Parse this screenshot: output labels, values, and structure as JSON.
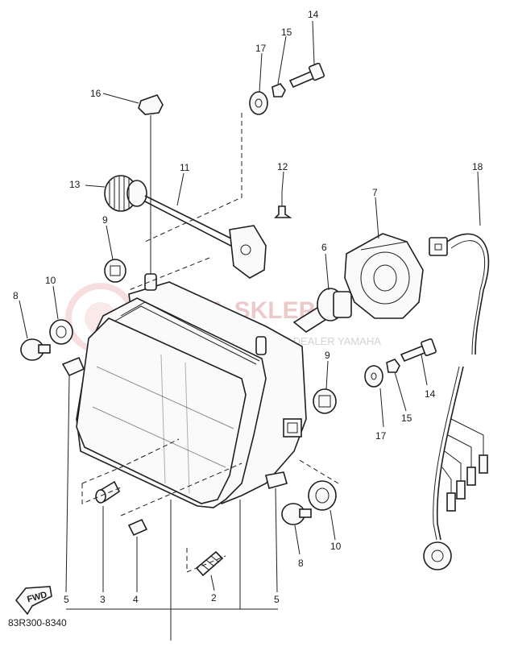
{
  "diagram": {
    "code": "83R300-8340",
    "fwd_label": "FWD",
    "watermark": {
      "main": "YAMA-SKLEP.PL",
      "sub": "AUTORYZOWANY DEALER YAMAHA"
    },
    "callouts": [
      {
        "id": "c14a",
        "text": "14"
      },
      {
        "id": "c15a",
        "text": "15"
      },
      {
        "id": "c17a",
        "text": "17"
      },
      {
        "id": "c16",
        "text": "16"
      },
      {
        "id": "c13",
        "text": "13"
      },
      {
        "id": "c11",
        "text": "11"
      },
      {
        "id": "c12",
        "text": "12"
      },
      {
        "id": "c18",
        "text": "18"
      },
      {
        "id": "c7",
        "text": "7"
      },
      {
        "id": "c9a",
        "text": "9"
      },
      {
        "id": "c6",
        "text": "6"
      },
      {
        "id": "c10a",
        "text": "10"
      },
      {
        "id": "c8a",
        "text": "8"
      },
      {
        "id": "c9b",
        "text": "9"
      },
      {
        "id": "c14b",
        "text": "14"
      },
      {
        "id": "c17b",
        "text": "17"
      },
      {
        "id": "c15b",
        "text": "15"
      },
      {
        "id": "c10b",
        "text": "10"
      },
      {
        "id": "c8b",
        "text": "8"
      },
      {
        "id": "c5a",
        "text": "5"
      },
      {
        "id": "c3",
        "text": "3"
      },
      {
        "id": "c4",
        "text": "4"
      },
      {
        "id": "c2",
        "text": "2"
      },
      {
        "id": "c5b",
        "text": "5"
      }
    ]
  }
}
